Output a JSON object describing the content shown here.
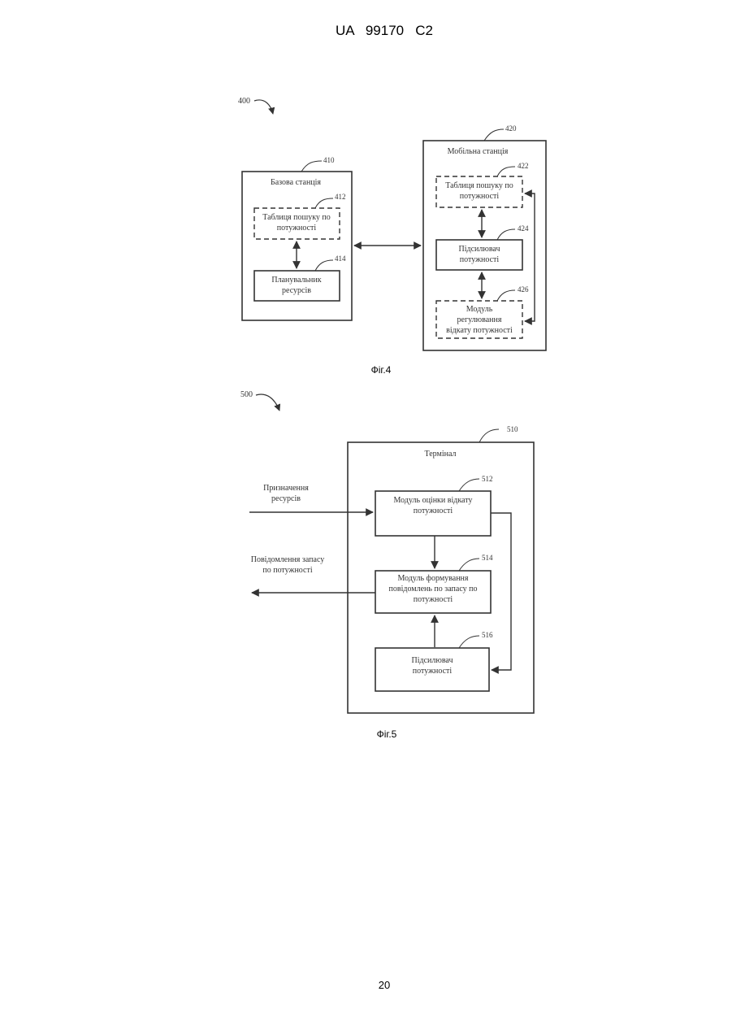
{
  "header": {
    "patent_number": "UA   99170   C2"
  },
  "fig4": {
    "caption": "Фіг.4",
    "diagram_ref": "400",
    "base_station": {
      "ref": "410",
      "title": "Базова станція",
      "lookup_table": {
        "ref": "412",
        "lines": [
          "Таблиця пошуку по",
          "потужності"
        ]
      },
      "scheduler": {
        "ref": "414",
        "lines": [
          "Планувальник",
          "ресурсів"
        ]
      }
    },
    "mobile_station": {
      "ref": "420",
      "title": "Мобільна станція",
      "lookup_table": {
        "ref": "422",
        "lines": [
          "Таблиця пошуку по",
          "потужності"
        ]
      },
      "amplifier": {
        "ref": "424",
        "lines": [
          "Підсилювач",
          "потужності"
        ]
      },
      "backoff_module": {
        "ref": "426",
        "lines": [
          "Модуль",
          "регулювання",
          "відкату потужності"
        ]
      }
    }
  },
  "fig5": {
    "caption": "Фіг.5",
    "diagram_ref": "500",
    "terminal": {
      "ref": "510",
      "title": "Термінал",
      "estimation_module": {
        "ref": "512",
        "lines": [
          "Модуль оцінки відкату",
          "потужності"
        ]
      },
      "report_module": {
        "ref": "514",
        "lines": [
          "Модуль формування",
          "повідомлень по запасу по",
          "потужності"
        ]
      },
      "amplifier": {
        "ref": "516",
        "lines": [
          "Підсилювач",
          "потужності"
        ]
      }
    },
    "input_label": [
      "Призначення",
      "ресурсів"
    ],
    "output_label": [
      "Повідомлення запасу",
      "по потужності"
    ]
  },
  "footer": {
    "page_number": "20"
  }
}
